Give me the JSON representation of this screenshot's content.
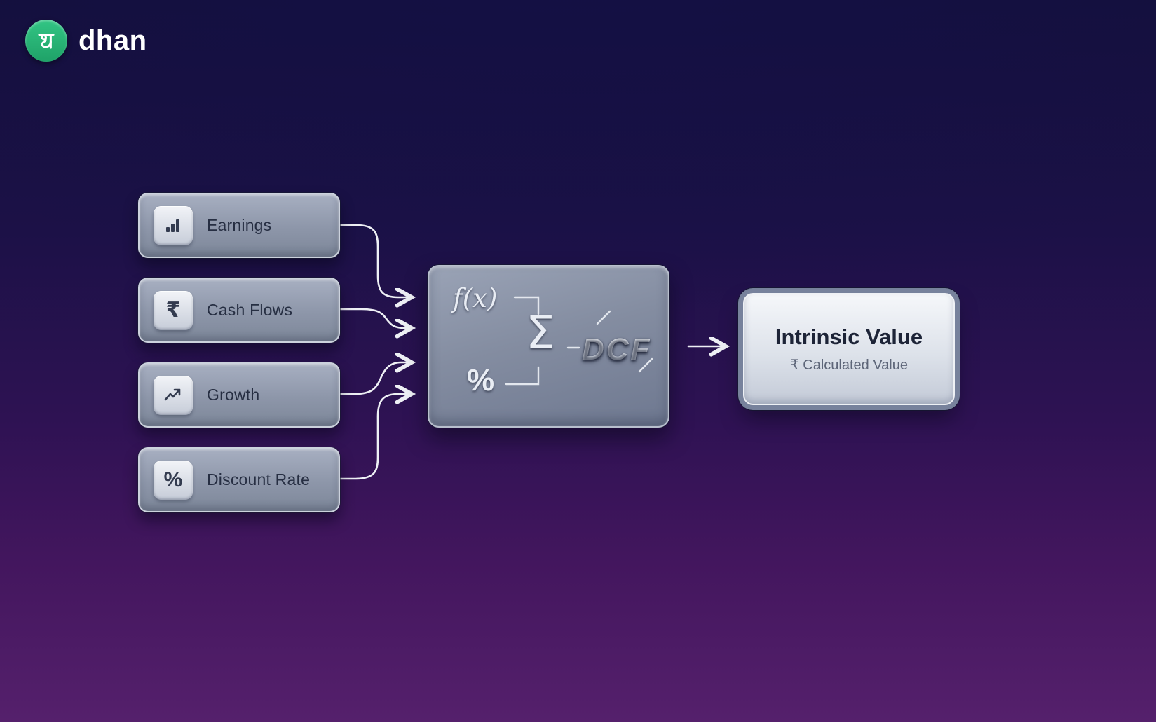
{
  "brand": {
    "name": "dhan",
    "logo_icon": "devanagari-dha-icon",
    "logo_color": "#23b574"
  },
  "diagram": {
    "inputs": [
      {
        "label": "Earnings",
        "icon": "bar-chart-icon"
      },
      {
        "label": "Cash Flows",
        "icon": "rupee-icon",
        "glyph": "₹"
      },
      {
        "label": "Growth",
        "icon": "trend-up-icon"
      },
      {
        "label": "Discount Rate",
        "icon": "percent-icon",
        "glyph": "%"
      }
    ],
    "processor": {
      "fx": "f(x)",
      "sigma": "Σ",
      "percent": "%",
      "label": "DCF"
    },
    "output": {
      "title": "Intrinsic Value",
      "subtitle": "₹ Calculated Value"
    }
  },
  "colors": {
    "background_top": "#14103c",
    "background_bottom": "#55206c",
    "box_fill": "#8d96a9",
    "box_border": "#ccd2dd",
    "arrow": "#eef0f5",
    "accent_green": "#23b574",
    "label_text": "#262e42"
  }
}
